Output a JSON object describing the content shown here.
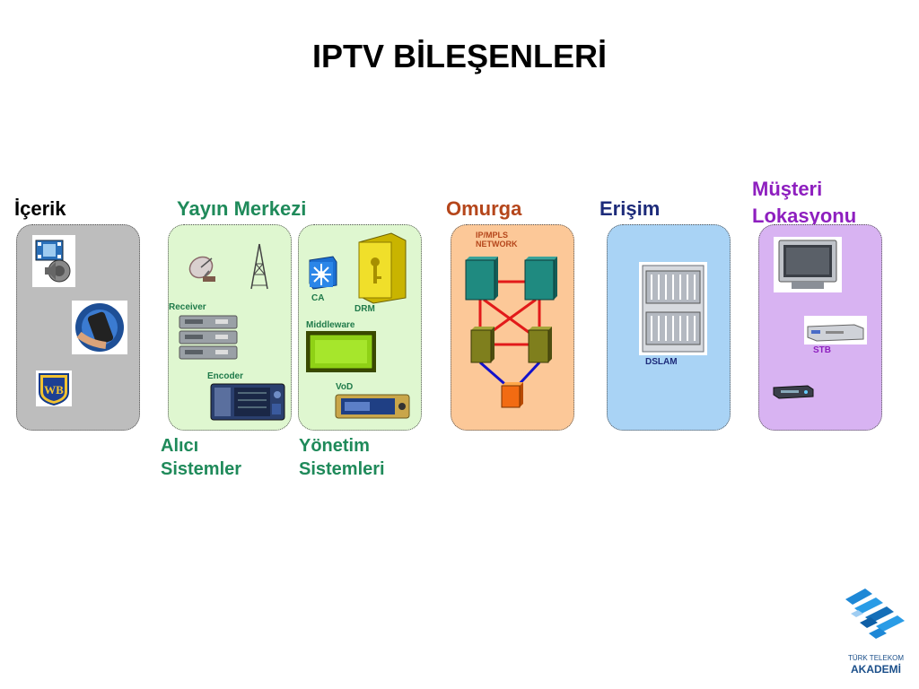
{
  "title": "IPTV BİLEŞENLERİ",
  "colors": {
    "content": "#bdbdbd",
    "broadcast": "#dff7d0",
    "backbone": "#fcc898",
    "access": "#a9d3f5",
    "customer": "#d8b3f2",
    "header_content": "#000000",
    "header_broadcast": "#1f8a5a",
    "header_backbone": "#b5461b",
    "header_access": "#1d2b7a",
    "header_customer": "#8e1fbf"
  },
  "headers": {
    "content": "İçerik",
    "broadcast": "Yayın Merkezi",
    "backbone": "Omurga",
    "access": "Erişim",
    "customer_line1": "Müşteri",
    "customer_line2": "Lokasyonu"
  },
  "labels": {
    "receiver": "Receiver",
    "encoder": "Encoder",
    "ca": "CA",
    "drm": "DRM",
    "middleware": "Middleware",
    "vod": "VoD",
    "ipmpls_line1": "IP/MPLS",
    "ipmpls_line2": "NETWORK",
    "dslam": "DSLAM",
    "stb": "STB"
  },
  "subtitles": {
    "receiver_line1": "Alıcı",
    "receiver_line2": "Sistemler",
    "management_line1": "Yönetim",
    "management_line2": "Sistemleri"
  },
  "logo": {
    "line1": "TÜRK TELEKOM",
    "line2": "AKADEMİ"
  }
}
